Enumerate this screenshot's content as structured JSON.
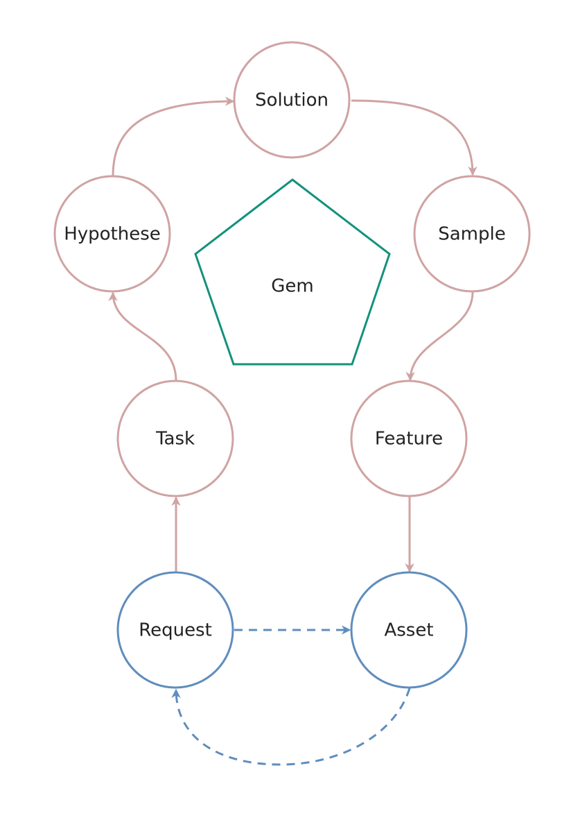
{
  "colors": {
    "pink": "#d0a3a3",
    "blue": "#5f8dbd",
    "teal": "#13917c",
    "text": "#222222",
    "background": "#ffffff"
  },
  "nodes": {
    "solution": "Solution",
    "hypothese": "Hypothese",
    "sample": "Sample",
    "gem": "Gem",
    "task": "Task",
    "feature": "Feature",
    "request": "Request",
    "asset": "Asset"
  },
  "edges": [
    {
      "from": "Hypothese",
      "to": "Solution",
      "style": "solid",
      "color": "pink"
    },
    {
      "from": "Solution",
      "to": "Sample",
      "style": "solid",
      "color": "pink"
    },
    {
      "from": "Sample",
      "to": "Feature",
      "style": "solid",
      "color": "pink"
    },
    {
      "from": "Feature",
      "to": "Asset",
      "style": "solid",
      "color": "pink"
    },
    {
      "from": "Task",
      "to": "Hypothese",
      "style": "solid",
      "color": "pink"
    },
    {
      "from": "Request",
      "to": "Task",
      "style": "solid",
      "color": "pink"
    },
    {
      "from": "Request",
      "to": "Asset",
      "style": "dashed",
      "color": "blue"
    },
    {
      "from": "Asset",
      "to": "Request",
      "style": "dashed",
      "color": "blue"
    }
  ]
}
